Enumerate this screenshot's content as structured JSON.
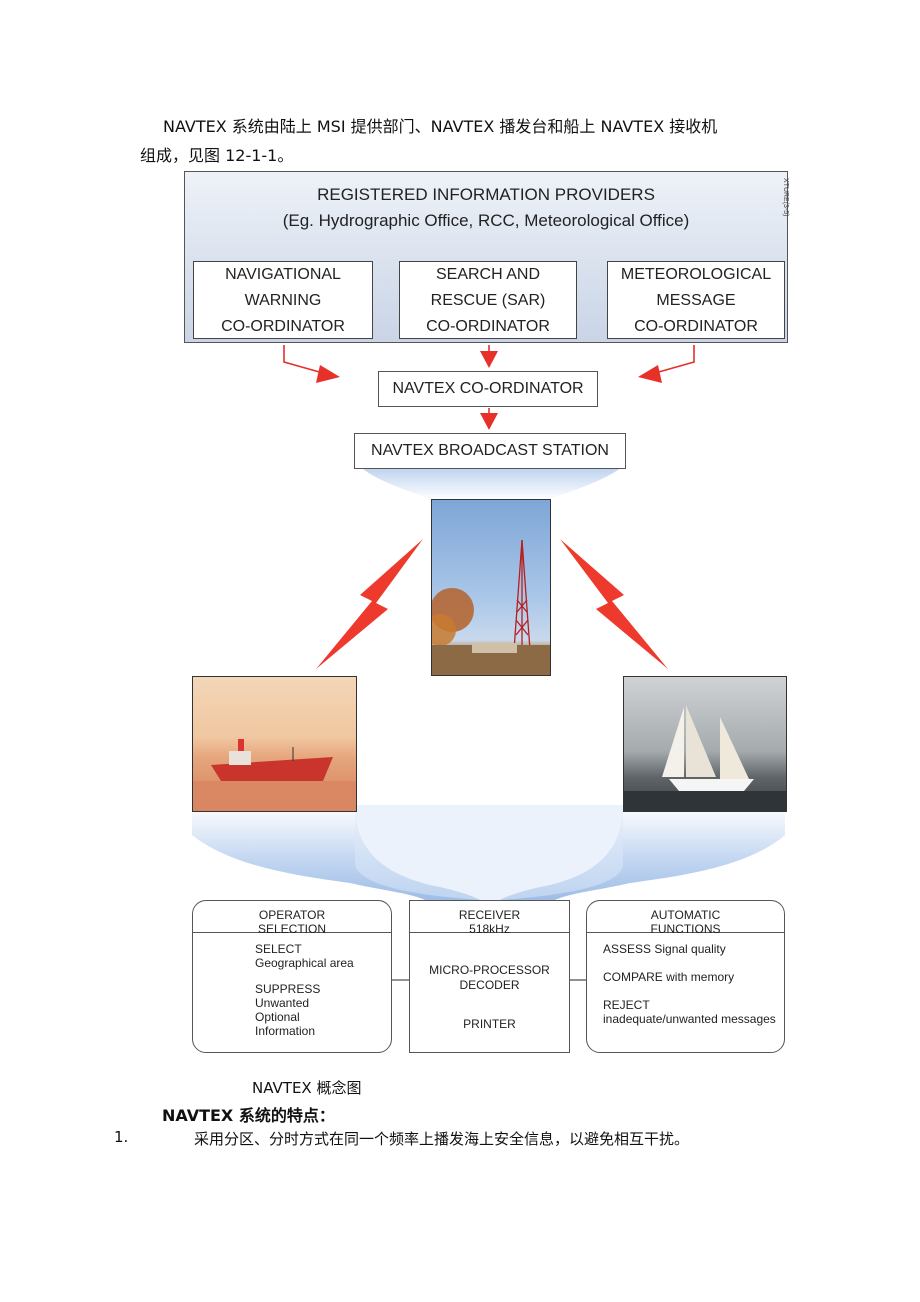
{
  "intro": {
    "line1": "NAVTEX 系统由陆上 MSI 提供部门、NAVTEX 播发台和船上 NAVTEX 接收机",
    "line2": "组成，见图 12-1-1。"
  },
  "diagram": {
    "providers": {
      "title": "REGISTERED INFORMATION PROVIDERS",
      "subtitle": "(Eg. Hydrographic Office, RCC, Meteorological Office)",
      "side_label": "XTURE(3-5)"
    },
    "coordinators": [
      {
        "lines": [
          "NAVIGATIONAL",
          "WARNING",
          "CO-ORDINATOR"
        ]
      },
      {
        "lines": [
          "SEARCH AND",
          "RESCUE (SAR)",
          "CO-ORDINATOR"
        ]
      },
      {
        "lines": [
          "METEOROLOGICAL",
          "MESSAGE",
          "CO-ORDINATOR"
        ]
      }
    ],
    "navtex_coordinator": "NAVTEX CO-ORDINATOR",
    "broadcast_station": "NAVTEX BROADCAST STATION",
    "arrow_color": "#e8302a",
    "panels": {
      "operator": {
        "header": [
          "OPERATOR",
          "SELECTION"
        ],
        "body": [
          "SELECT",
          "Geographical area",
          "",
          "SUPPRESS",
          "Unwanted",
          "Optional",
          "Information"
        ]
      },
      "receiver": {
        "header": [
          "RECEIVER",
          "518kHz"
        ],
        "decoder": [
          "MICRO-PROCESSOR",
          "DECODER"
        ],
        "printer": "PRINTER"
      },
      "automatic": {
        "header": [
          "AUTOMATIC",
          "FUNCTIONS"
        ],
        "items": [
          [
            "ASSESS Signal quality"
          ],
          [
            "COMPARE with memory"
          ],
          [
            "REJECT",
            "inadequate/unwanted messages"
          ]
        ]
      }
    }
  },
  "caption": "NAVTEX 概念图",
  "section_heading": "NAVTEX 系统的特点：",
  "list": [
    {
      "number": "1.",
      "text": "采用分区、分时方式在同一个频率上播发海上安全信息，以避免相互干扰。"
    }
  ]
}
